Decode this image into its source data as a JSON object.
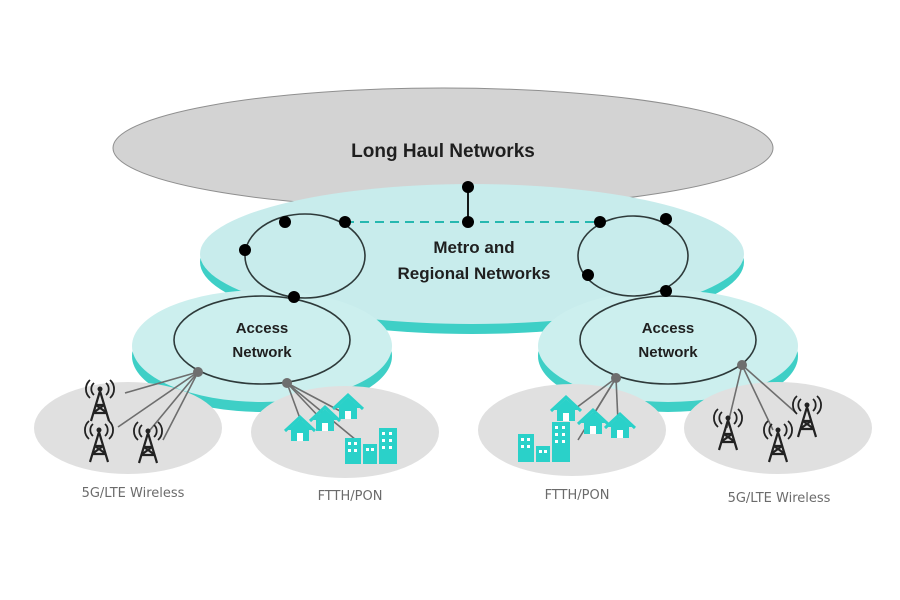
{
  "long_haul": {
    "label": "Long Haul Networks"
  },
  "metro": {
    "label_line1": "Metro and",
    "label_line2": "Regional Networks"
  },
  "access_left": {
    "label_line1": "Access",
    "label_line2": "Network"
  },
  "access_right": {
    "label_line1": "Access",
    "label_line2": "Network"
  },
  "captions": {
    "wireless_left": "5G/LTE Wireless",
    "ftth_left": "FTTH/PON",
    "ftth_right": "FTTH/PON",
    "wireless_right": "5G/LTE Wireless"
  },
  "colors": {
    "long_haul_fill": "#d3d3d3",
    "metro_fill": "#c8ecec",
    "metro_shadow": "#3ecfc6",
    "access_fill": "#ccefee",
    "endpoint_fill": "#e0e0e0",
    "icon_teal": "#2ad1c9",
    "node": "#000000"
  }
}
